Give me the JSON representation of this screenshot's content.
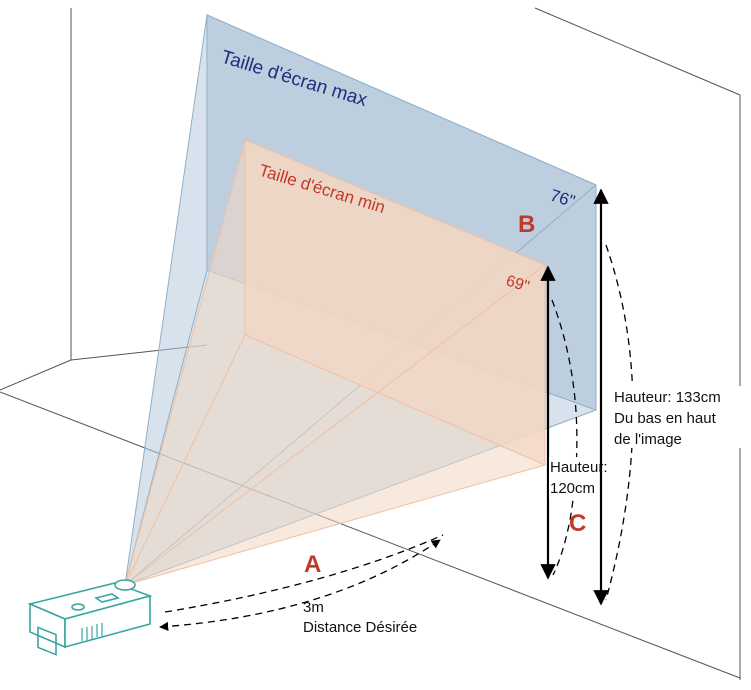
{
  "labels": {
    "max_screen": "Taille d'écran max",
    "min_screen": "Taille d'écran min",
    "max_diag": "76\"",
    "min_diag": "69\"",
    "letter_a": "A",
    "letter_b": "B",
    "letter_c": "C",
    "distance_value": "3m",
    "distance_caption": "Distance Désirée",
    "height_max_line1": "Hauteur: 133cm",
    "height_max_line2": "Du bas en haut",
    "height_max_line3": "de l'image",
    "height_min_line1": "Hauteur:",
    "height_min_line2": "120cm"
  },
  "colors": {
    "max_screen_fill": "#b7cbdc",
    "max_screen_text": "#1e2e7c",
    "min_screen_fill": "#f3d7c4",
    "min_screen_text": "#c0392b",
    "letter_color": "#c0392b",
    "line_color": "#555555",
    "projector_stroke": "#3aa5a0"
  },
  "icons": {
    "projector": "projector-icon"
  }
}
